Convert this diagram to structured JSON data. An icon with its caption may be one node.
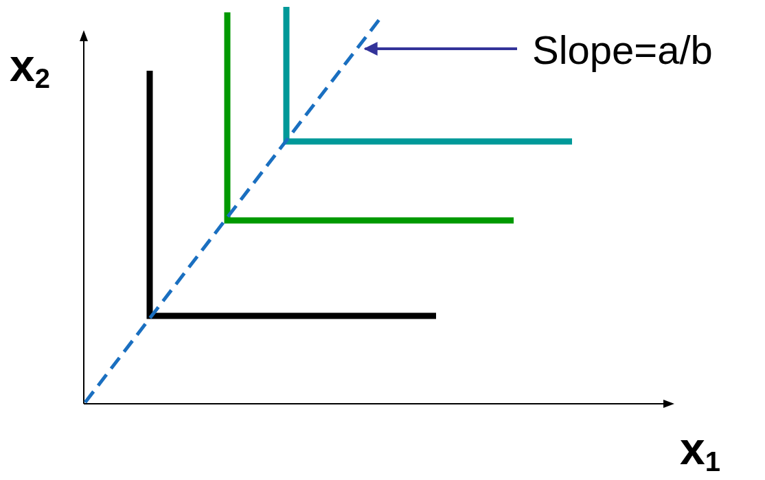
{
  "diagram": {
    "nodes": [
      {
        "text": [
          "Slope=a/b"
        ]
      },
      {
        "text": [],
        "shape": "line"
      }
    ],
    "edges": [
      {
        "from": 0,
        "to": 1,
        "arrow": "to"
      }
    ],
    "labels": [
      "x$_{2}$",
      "x$_{1}$"
    ]
  }
}
